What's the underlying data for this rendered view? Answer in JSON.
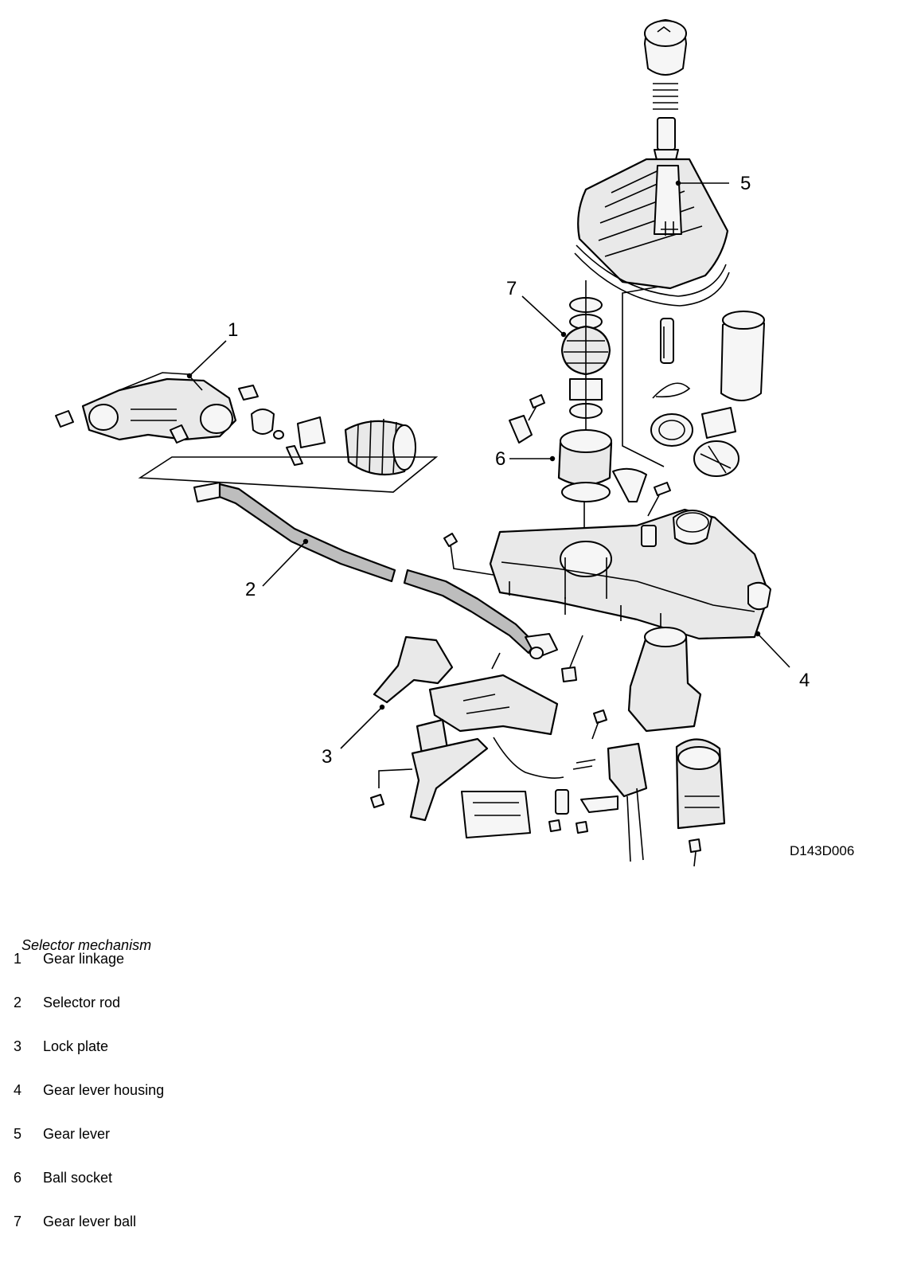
{
  "figure": {
    "code": "D143D006",
    "callouts": [
      "1",
      "2",
      "3",
      "4",
      "5",
      "6",
      "7"
    ]
  },
  "caption": {
    "title": "Selector mechanism",
    "items": [
      {
        "num": "1",
        "label": "Gear linkage"
      },
      {
        "num": "2",
        "label": "Selector rod"
      },
      {
        "num": "3",
        "label": "Lock plate"
      },
      {
        "num": "4",
        "label": "Gear lever housing"
      },
      {
        "num": "5",
        "label": "Gear lever"
      },
      {
        "num": "6",
        "label": "Ball socket"
      },
      {
        "num": "7",
        "label": "Gear lever ball"
      }
    ]
  }
}
